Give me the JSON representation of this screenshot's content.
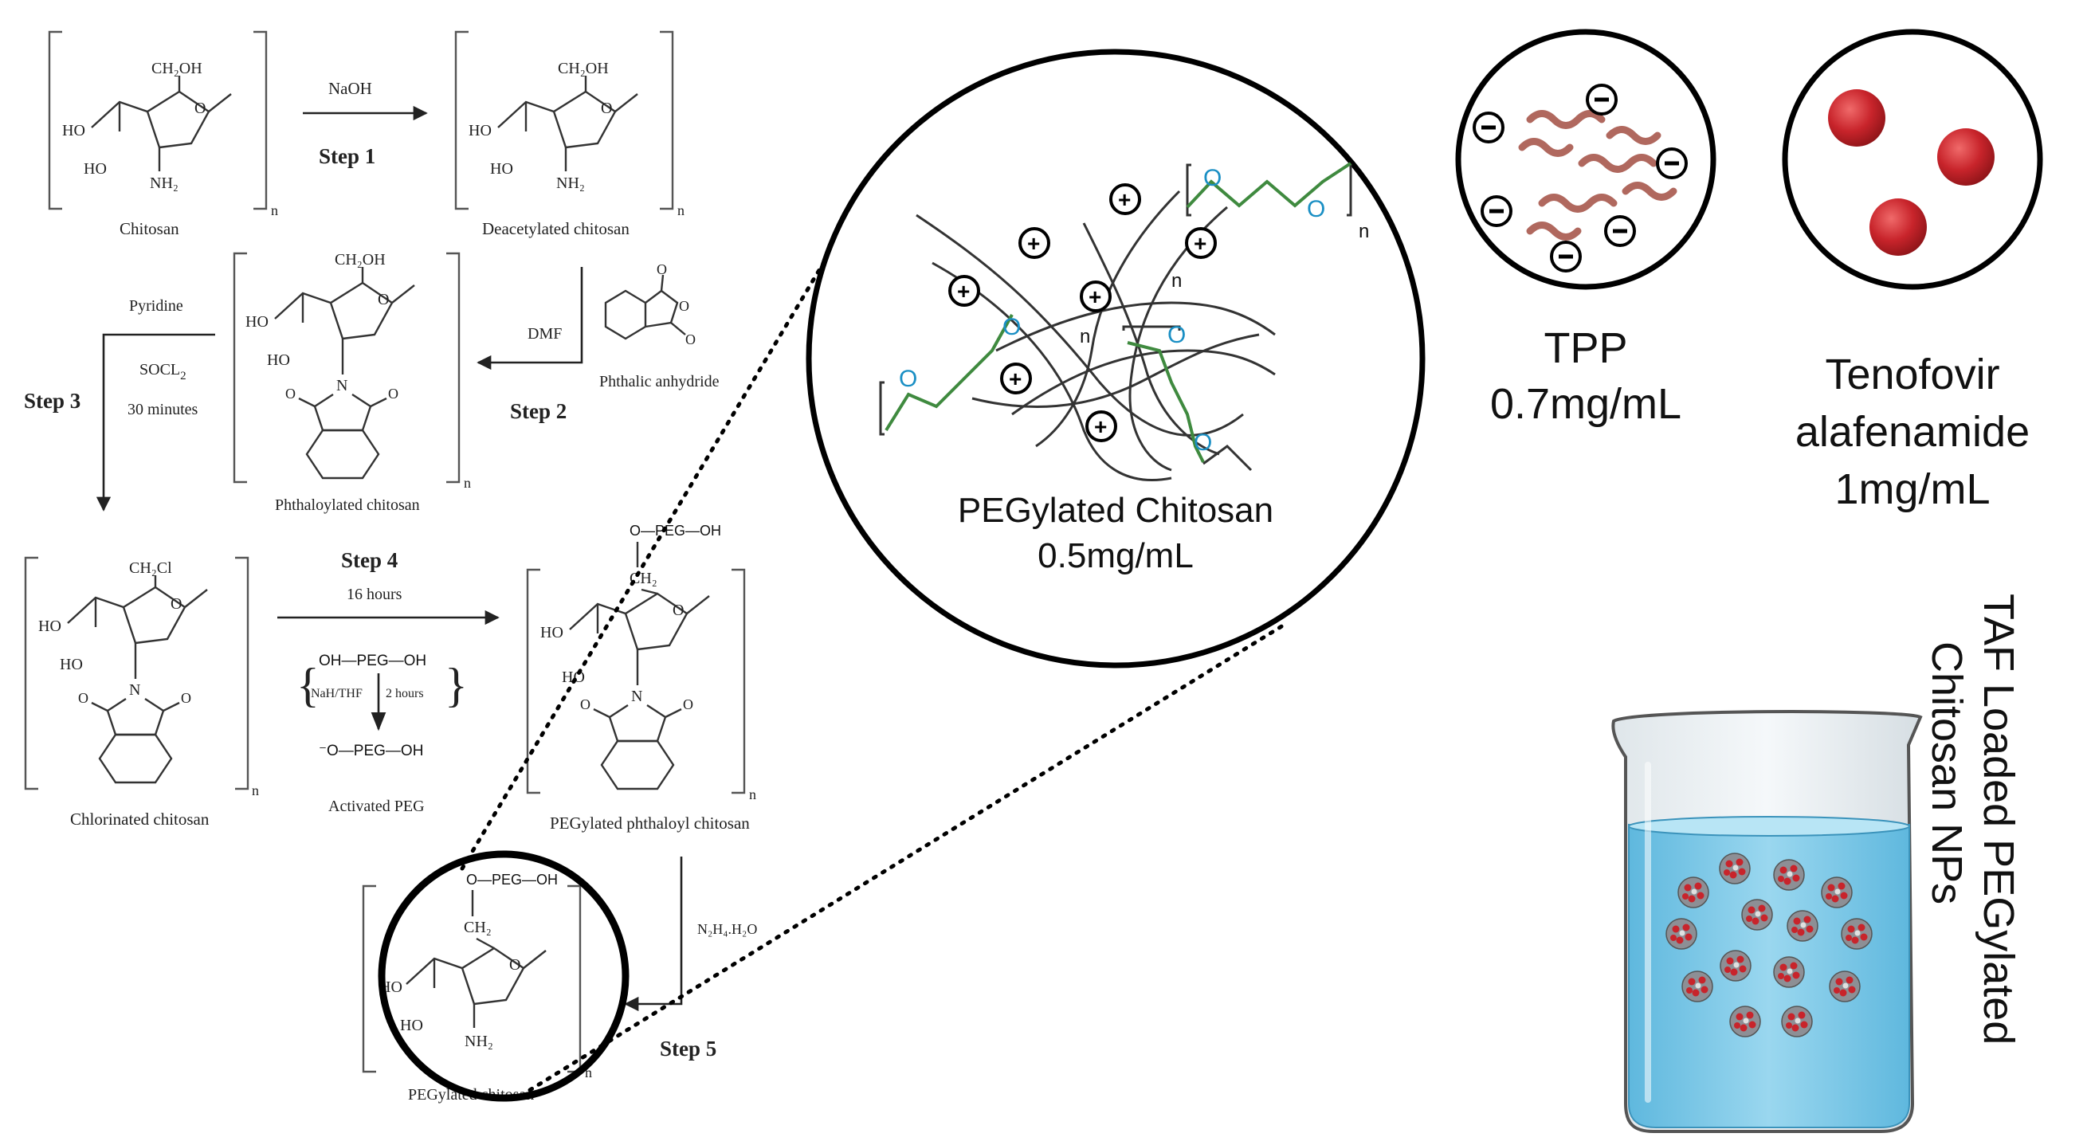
{
  "scheme": {
    "step1": {
      "reagent": "NaOH",
      "label": "Step 1"
    },
    "step2": {
      "reagent": "DMF",
      "label": "Step 2",
      "side_reagent": "Phthalic anhydride"
    },
    "step3": {
      "reagent_a": "Pyridine",
      "reagent_b": "SOCL",
      "reagent_b_sub": "2",
      "reagent_c": "30 minutes",
      "label": "Step 3"
    },
    "step4": {
      "label": "Step 4",
      "time": "16 hours",
      "peg_top": "OH—PEG—OH",
      "cond_left": "NaH/THF",
      "cond_right": "2 hours",
      "peg_bottom": "⁻O—PEG—OH",
      "activated": "Activated PEG"
    },
    "step5": {
      "reagent": "N₂H₄.H₂O",
      "label": "Step 5"
    },
    "atoms": {
      "ch2oh": "CH₂OH",
      "ho": "HO",
      "o": "O",
      "nh2": "NH₂",
      "n": "N",
      "ch2cl": "CH₂Cl",
      "ch2": "CH₂",
      "sub_n": "n",
      "opegoh": "O—PEG—OH"
    },
    "compounds": {
      "chitosan": "Chitosan",
      "deacetylated": "Deacetylated chitosan",
      "phthaloylated": "Phthaloylated chitosan",
      "chlorinated": "Chlorinated chitosan",
      "pegylated_phthaloyl": "PEGylated phthaloyl chitosan",
      "pegylated": "PEGylated chitosan"
    }
  },
  "components": {
    "peg_chitosan": {
      "line1": "PEGylated Chitosan",
      "line2": "0.5mg/mL",
      "sub_n": "n"
    },
    "tpp": {
      "line1": "TPP",
      "line2": "0.7mg/mL"
    },
    "taf": {
      "line1": "Tenofovir",
      "line2": "alafenamide",
      "line3": "1mg/mL"
    },
    "beaker": {
      "line1": "TAF Loaded PEGylated",
      "line2": "Chitosan NPs"
    }
  },
  "colors": {
    "peg_chain": "#3f8a3f",
    "oxygen": "#1a8fc4",
    "drug": "#c8242b",
    "tpp_chain": "#b0685e",
    "water": "#7ecbe8"
  }
}
